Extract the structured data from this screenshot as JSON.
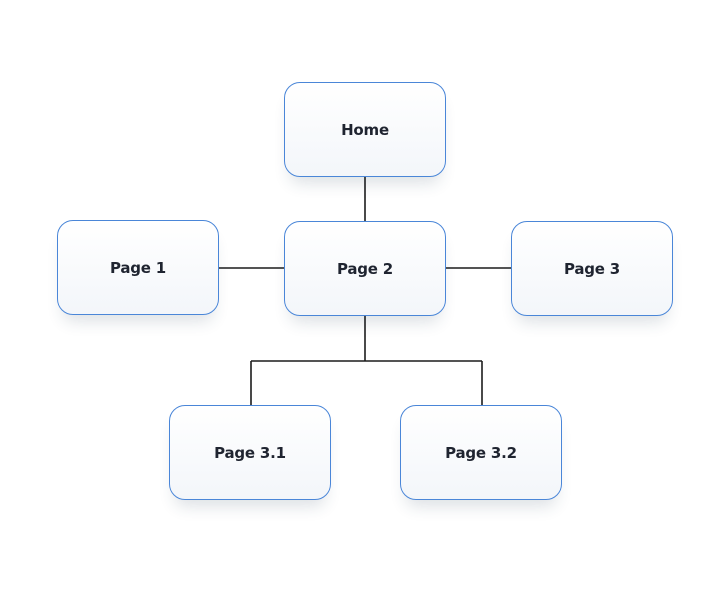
{
  "sitemap": {
    "nodes": [
      {
        "id": "home",
        "label": "Home"
      },
      {
        "id": "page1",
        "label": "Page 1"
      },
      {
        "id": "page2",
        "label": "Page 2"
      },
      {
        "id": "page3",
        "label": "Page 3"
      },
      {
        "id": "page31",
        "label": "Page 3.1"
      },
      {
        "id": "page32",
        "label": "Page 3.2"
      }
    ],
    "edges": [
      {
        "from": "home",
        "to": "page2"
      },
      {
        "from": "page2",
        "to": "page1"
      },
      {
        "from": "page2",
        "to": "page3"
      },
      {
        "from": "page2",
        "to": "page31"
      },
      {
        "from": "page2",
        "to": "page32"
      }
    ],
    "colors": {
      "node_border": "#4a86d8",
      "node_fill": "#f3f6fa",
      "connector": "#1c1c1c",
      "label_text": "#1f2430"
    }
  }
}
